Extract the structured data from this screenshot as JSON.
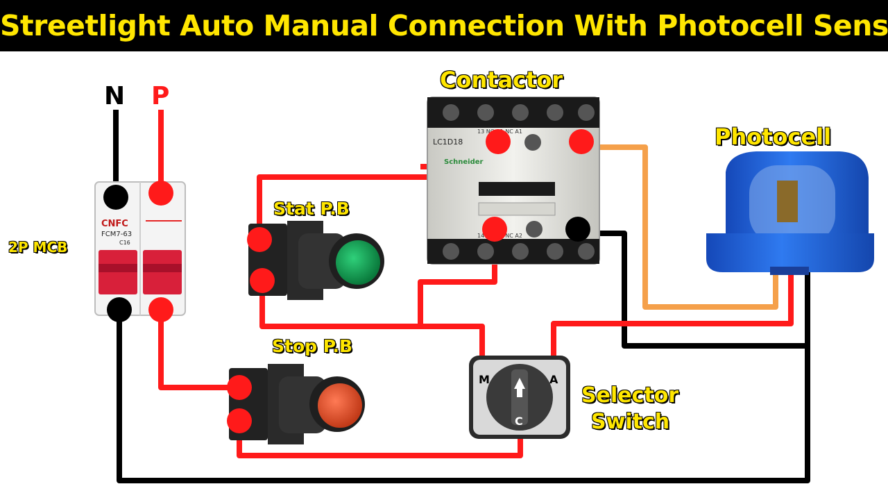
{
  "title": "Streetlight Auto Manual Connection With Photocell Sensor",
  "labels": {
    "neutral": "N",
    "phase": "P",
    "mcb": "2P MCB",
    "contactor": "Contactor",
    "photocell": "Photocell",
    "start_pb": "Stat  P.B",
    "stop_pb": "Stop P.B",
    "selector": "Selector",
    "selector2": "Switch"
  },
  "mcb": {
    "brand": "CNFC",
    "model": "FCM7-63",
    "rating": "C16"
  },
  "contactor": {
    "model": "LC1D18",
    "brand": "Schneider",
    "top_terminals": "13  NO  21  NC  A1",
    "bottom_terminals": "14  NO  22  NC  A2"
  },
  "selector_terminals": {
    "manual": "M",
    "auto": "A",
    "common": "C"
  },
  "colors": {
    "title_bg": "#000000",
    "title_text": "#ffe600",
    "phase_wire": "#ff1a1a",
    "neutral_wire": "#000000",
    "photocell_wire": "#f5a04a",
    "photocell_body": "#1d5fd6",
    "start_button": "#10a050",
    "stop_button": "#e5502a"
  }
}
